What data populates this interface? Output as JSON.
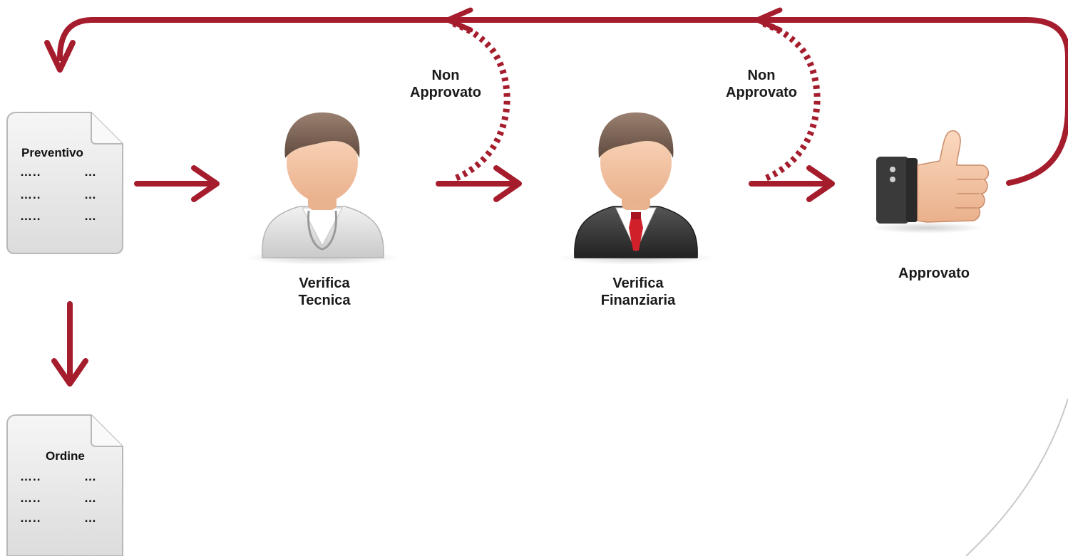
{
  "documents": {
    "quote": {
      "title": "Preventivo",
      "rows": [
        [
          "…..",
          "…"
        ],
        [
          "…..",
          "…"
        ],
        [
          "…..",
          "…"
        ]
      ]
    },
    "order": {
      "title": "Ordine",
      "rows": [
        [
          "…..",
          "…"
        ],
        [
          "…..",
          "…"
        ],
        [
          "…..",
          "…"
        ]
      ]
    }
  },
  "steps": {
    "technical_check": {
      "line1": "Verifica",
      "line2": "Tecnica"
    },
    "financial_check": {
      "line1": "Verifica",
      "line2": "Finanziaria"
    },
    "approved": {
      "label": "Approvato"
    }
  },
  "rejections": {
    "technical": {
      "line1": "Non",
      "line2": "Approvato"
    },
    "financial": {
      "line1": "Non",
      "line2": "Approvato"
    }
  },
  "colors": {
    "arrow": "#a51d2d",
    "doc_fill": "#ececec",
    "doc_stroke": "#b8b8b8",
    "skin": "#f6c9a9",
    "hair": "#7c6454",
    "lab_coat": "#e4e4e4",
    "suit": "#3b3b3b",
    "tie": "#d0202a",
    "cuff": "#333333"
  },
  "icons": {
    "quote": "document-icon",
    "order": "document-icon",
    "technician": "technician-avatar-icon",
    "manager": "businessman-avatar-icon",
    "approval": "thumbs-up-icon"
  }
}
